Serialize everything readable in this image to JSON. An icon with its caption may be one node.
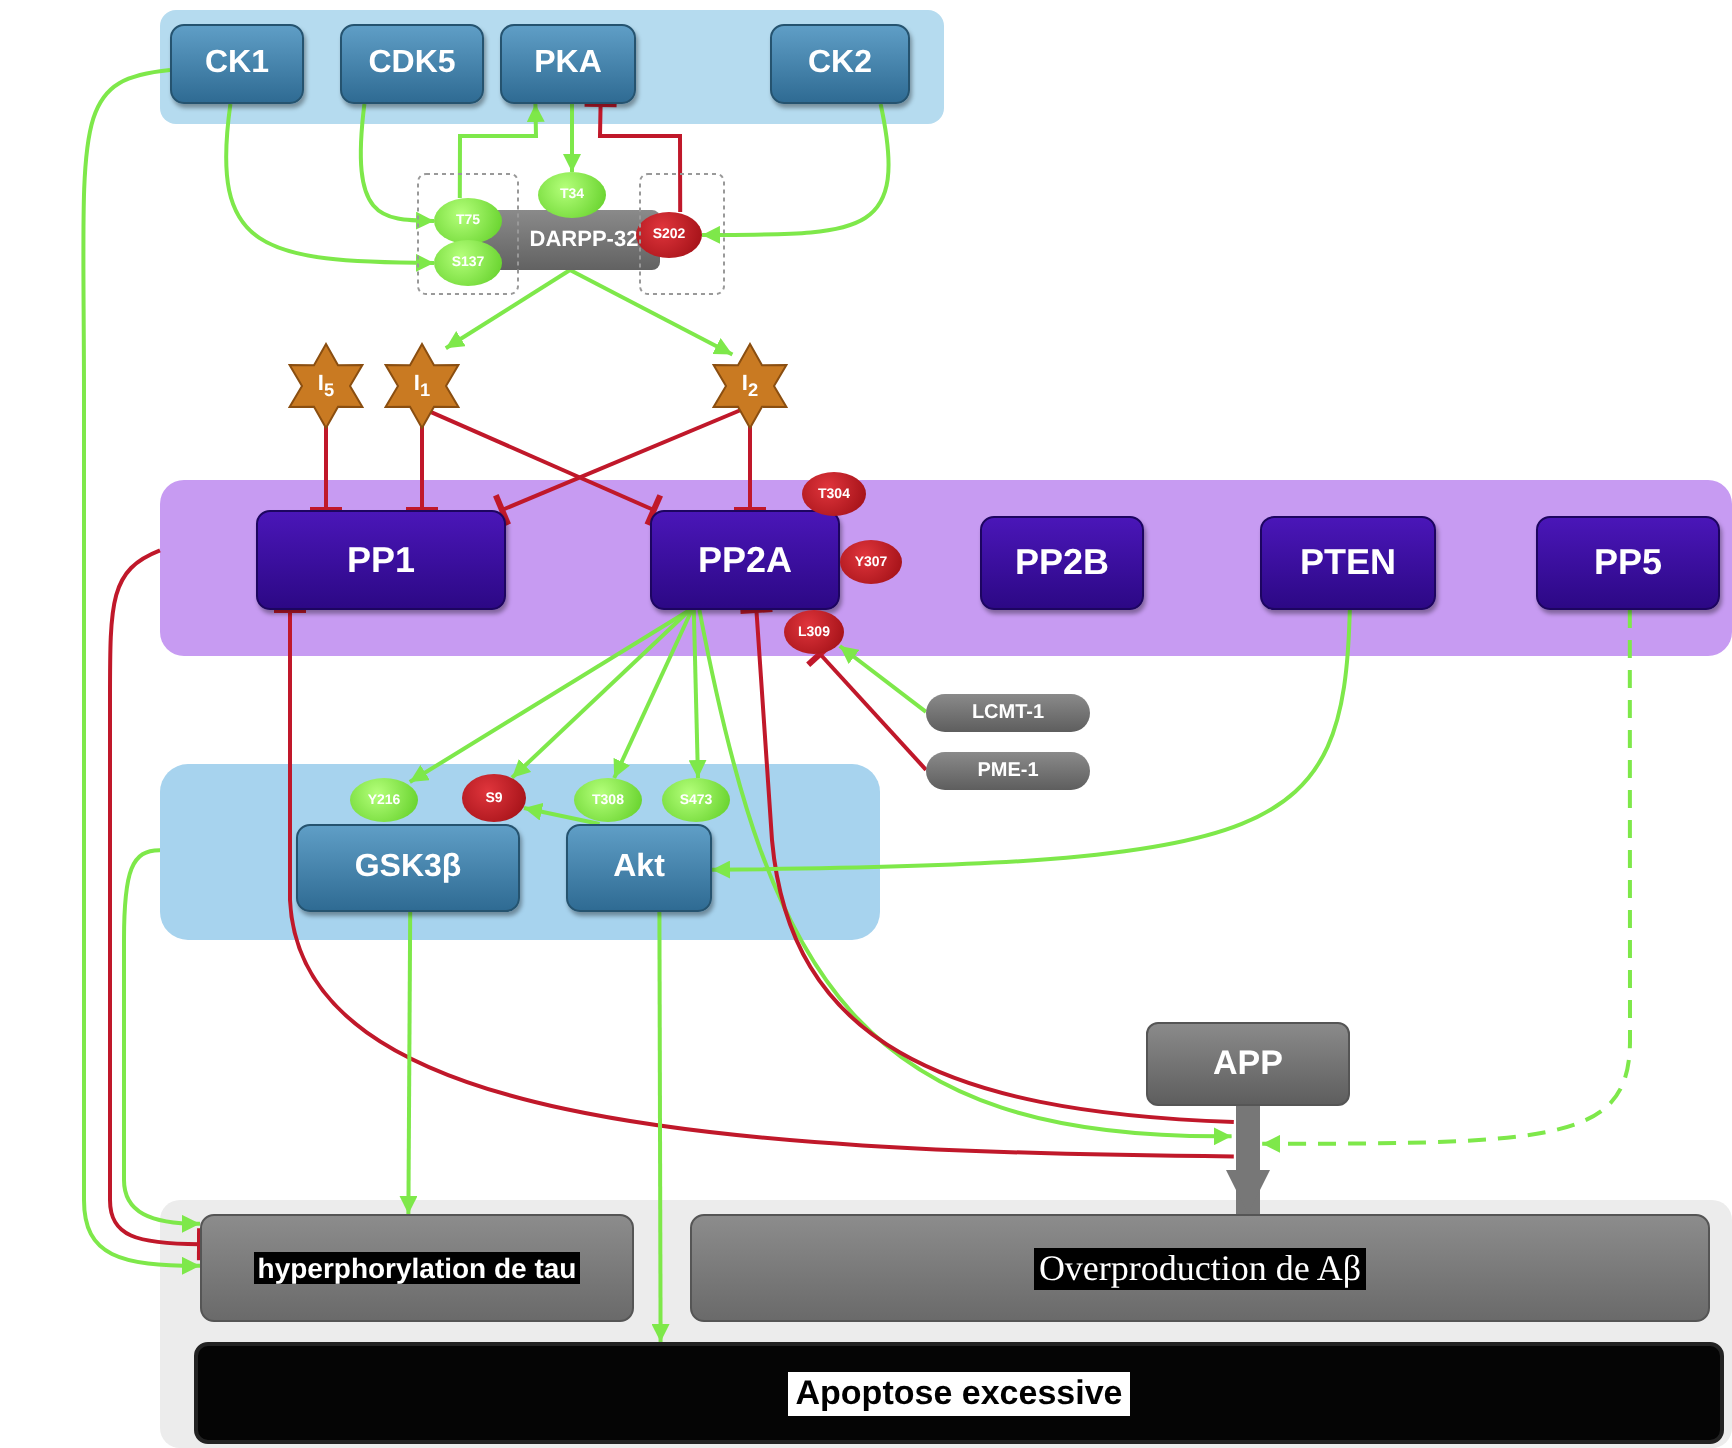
{
  "diagram": {
    "nodes": [
      {
        "text": [],
        "shape": "box"
      },
      {
        "text": [
          "CK1"
        ],
        "in": 0
      },
      {
        "text": [
          "CDK5"
        ],
        "in": 0
      },
      {
        "text": [
          "PKA"
        ],
        "in": 0
      },
      {
        "text": [
          "CK2"
        ],
        "in": 0
      },
      {
        "text": [
          "DARPP-32"
        ]
      },
      {
        "text": [
          "T75"
        ]
      },
      {
        "text": [
          "S137"
        ]
      },
      {
        "text": [
          "T34"
        ]
      },
      {
        "text": [
          "S202"
        ]
      },
      {
        "text": [
          "I$_{5}$"
        ]
      },
      {
        "text": [
          "I$_{1}$"
        ]
      },
      {
        "text": [
          "I$_{2}$"
        ]
      },
      {
        "text": [],
        "shape": "box"
      },
      {
        "text": [
          "PP1"
        ],
        "in": 13
      },
      {
        "text": [
          "PP2A"
        ],
        "in": 13
      },
      {
        "text": [
          "PP2B"
        ],
        "in": 13
      },
      {
        "text": [
          "PTEN"
        ],
        "in": 13
      },
      {
        "text": [
          "PP5"
        ],
        "in": 13
      },
      {
        "text": [
          "T304"
        ]
      },
      {
        "text": [
          "Y307"
        ],
        "in": 13
      },
      {
        "text": [
          "L309"
        ],
        "in": 13
      },
      {
        "text": [
          "LCMT-1"
        ]
      },
      {
        "text": [
          "PME-1"
        ]
      },
      {
        "text": [],
        "shape": "box"
      },
      {
        "text": [
          "Y216"
        ],
        "in": 24
      },
      {
        "text": [
          "S9"
        ],
        "in": 24
      },
      {
        "text": [
          "T308"
        ],
        "in": 24
      },
      {
        "text": [
          "S473"
        ],
        "in": 24
      },
      {
        "text": [
          "GSK3β"
        ],
        "in": 24
      },
      {
        "text": [
          "Akt"
        ],
        "in": 24
      },
      {
        "text": [
          "APP"
        ]
      },
      {
        "text": [],
        "shape": "box"
      },
      {
        "text": [
          "hyperphorylation de tau"
        ],
        "in": 32
      },
      {
        "text": [
          "Overproduction de Aβ"
        ],
        "in": 32
      },
      {
        "text": [
          "Apoptose excessive"
        ],
        "in": 32
      }
    ],
    "edges": [
      {
        "from": 1,
        "to": 7,
        "arrow": "to"
      },
      {
        "from": 2,
        "to": 6,
        "arrow": "to"
      },
      {
        "from": 6,
        "to": 3,
        "arrow": "to"
      },
      {
        "from": 3,
        "to": 8,
        "arrow": "to"
      },
      {
        "from": 9,
        "to": 3,
        "arrow": "other",
        "color": "#c0182a"
      },
      {
        "from": 4,
        "to": 9,
        "arrow": "to"
      },
      {
        "from": 5,
        "to": 11,
        "arrow": "to"
      },
      {
        "from": 5,
        "to": 12,
        "arrow": "to"
      },
      {
        "from": 10,
        "to": 14,
        "arrow": "other",
        "color": "#c0182a"
      },
      {
        "from": 11,
        "to": 14,
        "arrow": "other",
        "color": "#c0182a"
      },
      {
        "from": 11,
        "to": 15,
        "arrow": "other",
        "color": "#c0182a"
      },
      {
        "from": 12,
        "to": 14,
        "arrow": "other",
        "color": "#c0182a"
      },
      {
        "from": 12,
        "to": 15,
        "arrow": "other",
        "color": "#c0182a"
      },
      {
        "from": 22,
        "to": 21,
        "arrow": "to"
      },
      {
        "from": 23,
        "to": 21,
        "arrow": "other",
        "color": "#c0182a"
      },
      {
        "from": 15,
        "to": 25,
        "arrow": "to"
      },
      {
        "from": 15,
        "to": 26,
        "arrow": "to"
      },
      {
        "from": 15,
        "to": 27,
        "arrow": "to"
      },
      {
        "from": 15,
        "to": 28,
        "arrow": "to"
      },
      {
        "from": 15,
        "to": 31,
        "arrow": "to"
      },
      {
        "from": 31,
        "to": 15,
        "arrow": "other",
        "color": "#c0182a"
      },
      {
        "from": 31,
        "to": 14,
        "arrow": "other",
        "color": "#c0182a"
      },
      {
        "from": 30,
        "to": 26,
        "arrow": "to"
      },
      {
        "from": 17,
        "to": 30,
        "arrow": "to"
      },
      {
        "from": 18,
        "to": 31,
        "arrow": "to",
        "style": "dashed"
      },
      {
        "from": 29,
        "to": 33,
        "arrow": "to"
      },
      {
        "from": 30,
        "to": 35,
        "arrow": "to"
      },
      {
        "from": 31,
        "to": 34,
        "arrow": "to",
        "style": "thick",
        "color": "#777777"
      },
      {
        "from": 1,
        "to": 33,
        "arrow": "to"
      },
      {
        "from": 13,
        "to": 33,
        "arrow": "other",
        "color": "#c0182a"
      },
      {
        "from": 24,
        "to": 33,
        "arrow": "to"
      }
    ]
  }
}
